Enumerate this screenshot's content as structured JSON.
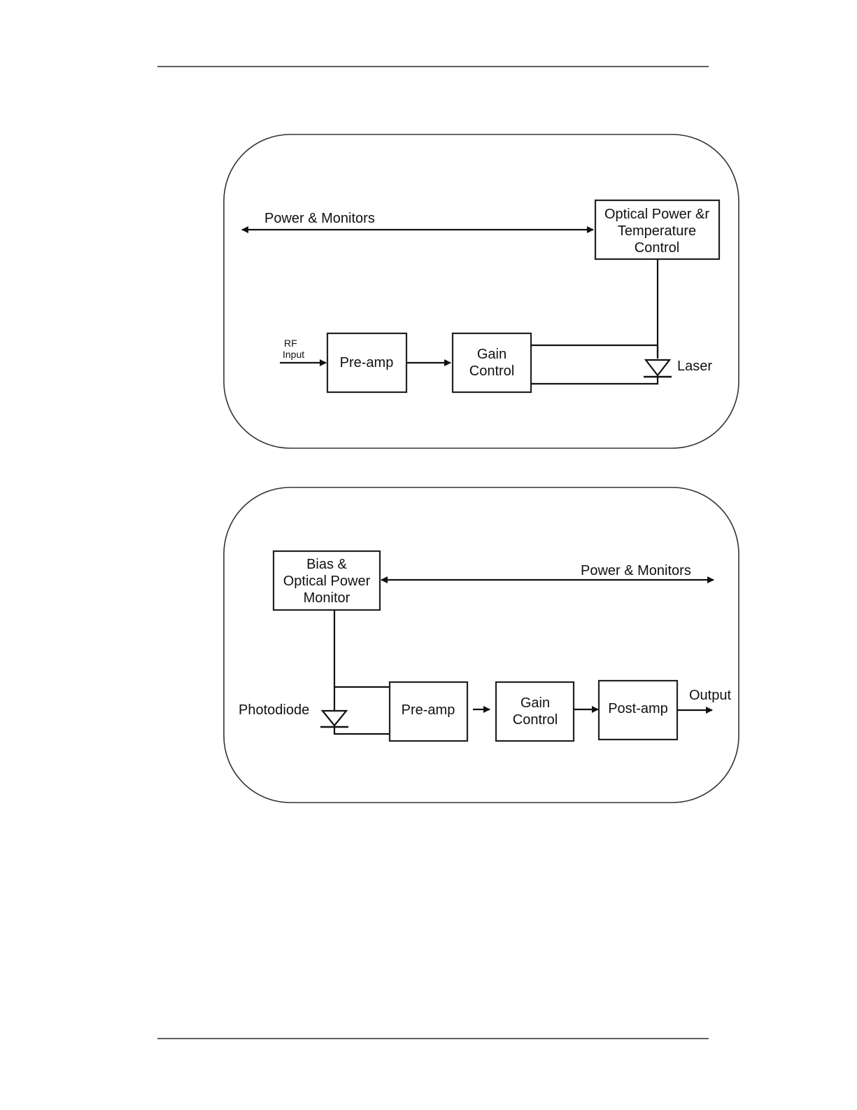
{
  "transmitter": {
    "power_monitors_label": "Power & Monitors",
    "optical_box": [
      "Optical Power &r",
      "Temperature",
      "Control"
    ],
    "rf_input": [
      "RF",
      "Input"
    ],
    "preamp_label": "Pre-amp",
    "gain_box": [
      "Gain",
      "Control"
    ],
    "laser_label": "Laser"
  },
  "receiver": {
    "bias_box": [
      "Bias &",
      "Optical Power",
      "Monitor"
    ],
    "power_monitors_label": "Power & Monitors",
    "photodiode_label": "Photodiode",
    "preamp_label": "Pre-amp",
    "gain_box": [
      "Gain",
      "Control"
    ],
    "postamp_label": "Post-amp",
    "output_label": "Output"
  }
}
